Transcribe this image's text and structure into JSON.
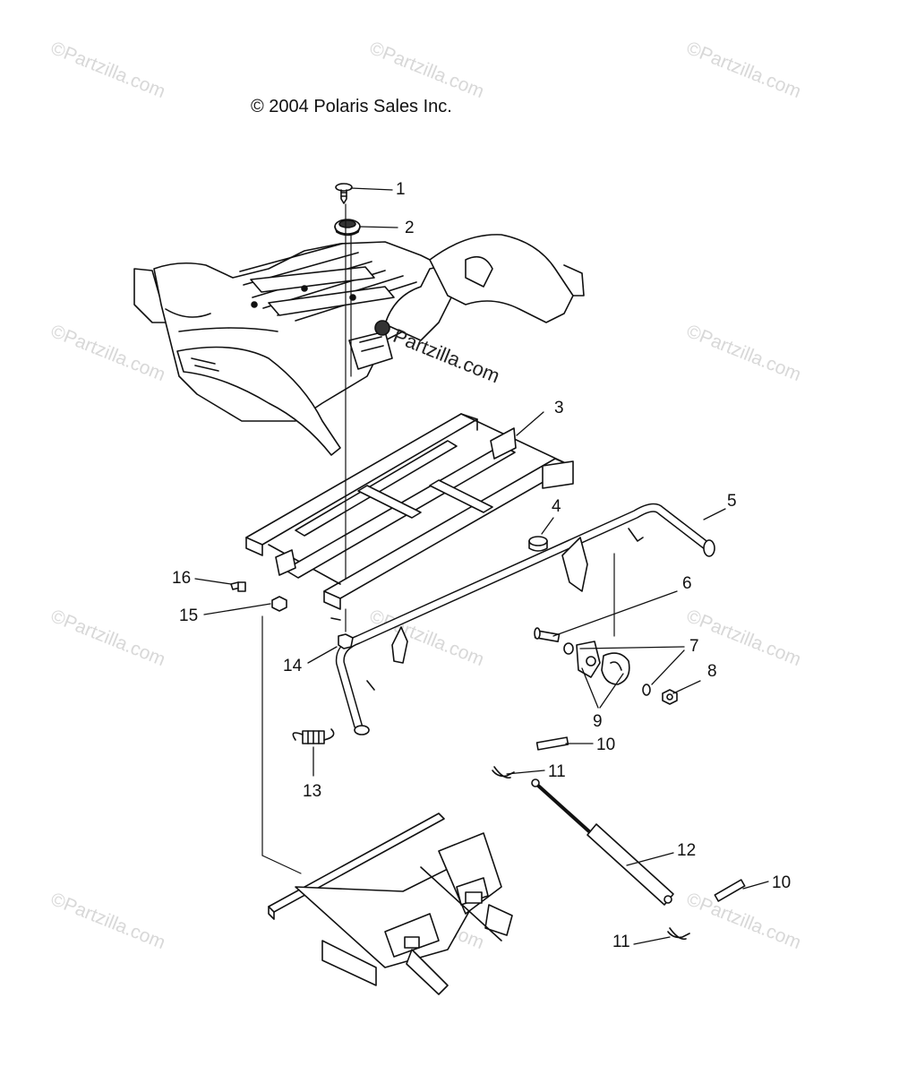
{
  "copyright": "© 2004 Polaris Sales Inc.",
  "watermark": "©Partzilla.com",
  "center_watermark": "Partzilla.com",
  "callouts": {
    "c1": "1",
    "c2": "2",
    "c3": "3",
    "c4": "4",
    "c5": "5",
    "c6": "6",
    "c7": "7",
    "c8": "8",
    "c9": "9",
    "c10a": "10",
    "c10b": "10",
    "c11a": "11",
    "c11b": "11",
    "c12": "12",
    "c13": "13",
    "c14": "14",
    "c15": "15",
    "c16": "16"
  }
}
